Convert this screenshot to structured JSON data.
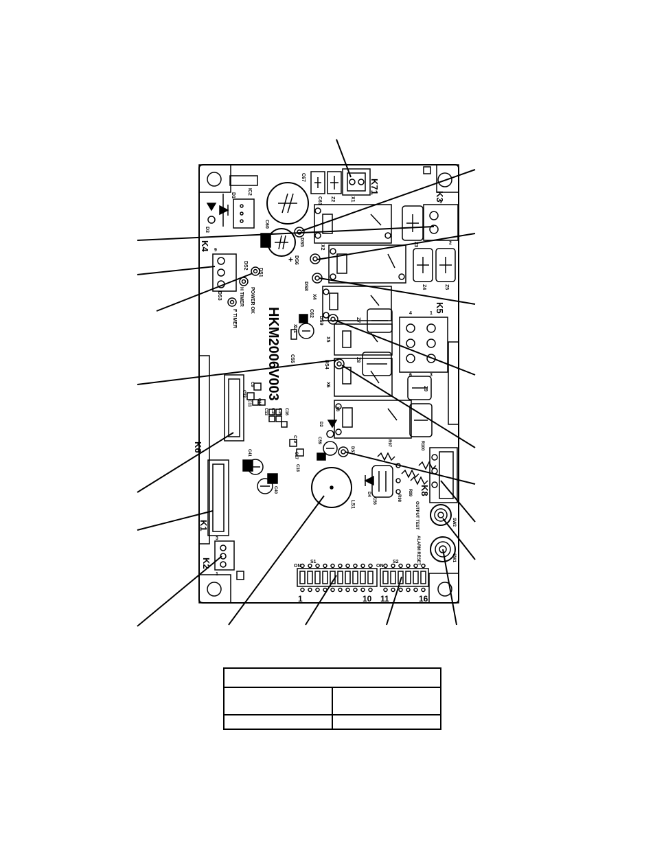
{
  "board": {
    "model": "HKM2006V003",
    "labels": {
      "k71": "K71",
      "k3": "K3",
      "k4": "K4",
      "k5": "K5",
      "k6": "K6",
      "k1": "K1",
      "k2": "K2",
      "k8": "K8",
      "ic2": "IC2",
      "d1": "D1",
      "d3": "D3",
      "c60": "C60",
      "c61": "C61",
      "c67": "C67",
      "z2": "Z2",
      "x1": "X1",
      "ds5": "DS5",
      "ds6": "DS6",
      "x2": "X2",
      "z3": "Z3",
      "z4": "Z4",
      "z5": "Z5",
      "ds1": "DS1",
      "ds2": "DS2",
      "ds3": "DS3",
      "power_ok": "POWER OK",
      "h_timer": "H TIMER",
      "f_timer": "F TIMER",
      "ds8": "DS8",
      "x4": "X4",
      "c62": "C62",
      "xl1": "XL1",
      "ds9": "DS9",
      "z7": "Z7",
      "x5": "X5",
      "c55": "C55",
      "ds4": "DS4",
      "z8": "Z8",
      "x6": "X6",
      "z9": "Z9",
      "c9": "C9",
      "c10": "C10",
      "c11": "C11",
      "c12": "C12",
      "c13": "C13",
      "c14": "C14",
      "c15": "C15",
      "c16": "C16",
      "c19": "C19",
      "c17": "C17",
      "c18": "C18",
      "x3": "X3",
      "d2": "D2",
      "c41": "C41",
      "c40": "C40",
      "c59": "C59",
      "ds7": "DS7",
      "r97": "R97",
      "r100": "R100",
      "r98": "R98",
      "r99": "R99",
      "d4": "D4",
      "c56": "C56",
      "ls1": "LS1",
      "sw2": "SW2",
      "sw1": "SW1",
      "output_test": "OUTPUT TEST",
      "alarm_reset": "ALARM RESET",
      "s1": "S1",
      "s2": "S2",
      "on1": "ON",
      "on2": "ON",
      "n1": "1",
      "n10": "10",
      "n11": "11",
      "n16": "16",
      "pin1": "1",
      "pin2": "2",
      "pin3": "3",
      "pin4": "4",
      "pin6": "6",
      "pin9": "9",
      "pinp": "+"
    }
  },
  "colors": {
    "ink": "#000000",
    "paper": "#ffffff"
  }
}
